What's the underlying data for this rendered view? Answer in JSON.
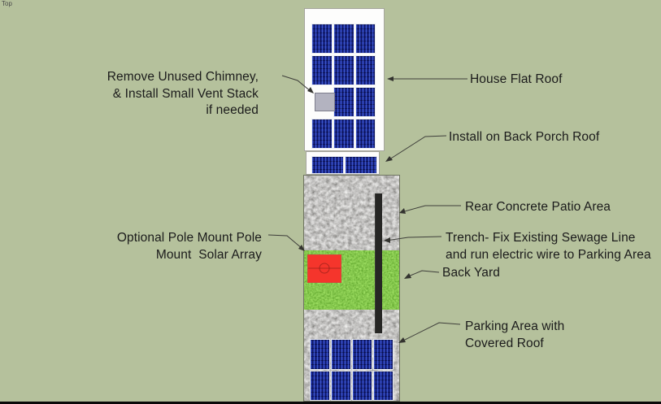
{
  "viewport": {
    "view_label": "Top"
  },
  "annotations": {
    "remove_chimney": {
      "line1": "Remove Unused Chimney,",
      "line2": "& Install Small Vent Stack",
      "line3": "if needed"
    },
    "house_flat_roof": {
      "text": "House Flat Roof"
    },
    "back_porch_roof": {
      "text": "Install on Back Porch Roof"
    },
    "rear_patio": {
      "text": "Rear Concrete Patio Area"
    },
    "trench": {
      "line1": "Trench- Fix Existing Sewage Line",
      "line2": "and run electric wire to Parking Area"
    },
    "back_yard": {
      "text": "Back Yard"
    },
    "pole_mount": {
      "line1": "Optional Pole Mount Pole",
      "line2": "Mount  Solar Array"
    },
    "parking": {
      "line1": "Parking Area with",
      "line2": "Covered Roof"
    }
  },
  "site_plan": {
    "house_roof_panel_count": 11,
    "porch_roof_panel_count": 2,
    "parking_panel_count": 8,
    "has_chimney_block": true,
    "has_pole_mount_array": true,
    "has_trench": true
  },
  "colors": {
    "background": "#b5c19c",
    "roof_white": "#fdfdfc",
    "solar_panel_blue": "#1e2d9a",
    "concrete_gray": "#8b8983",
    "grass_green": "#46a012",
    "pole_array_red": "#f5352c",
    "chimney_gray": "#b3b3c0",
    "trench_black": "#262624",
    "leader_line": "#3e3e3a",
    "text": "#1b1b1b",
    "bottom_bar": "#0a0a0a"
  }
}
